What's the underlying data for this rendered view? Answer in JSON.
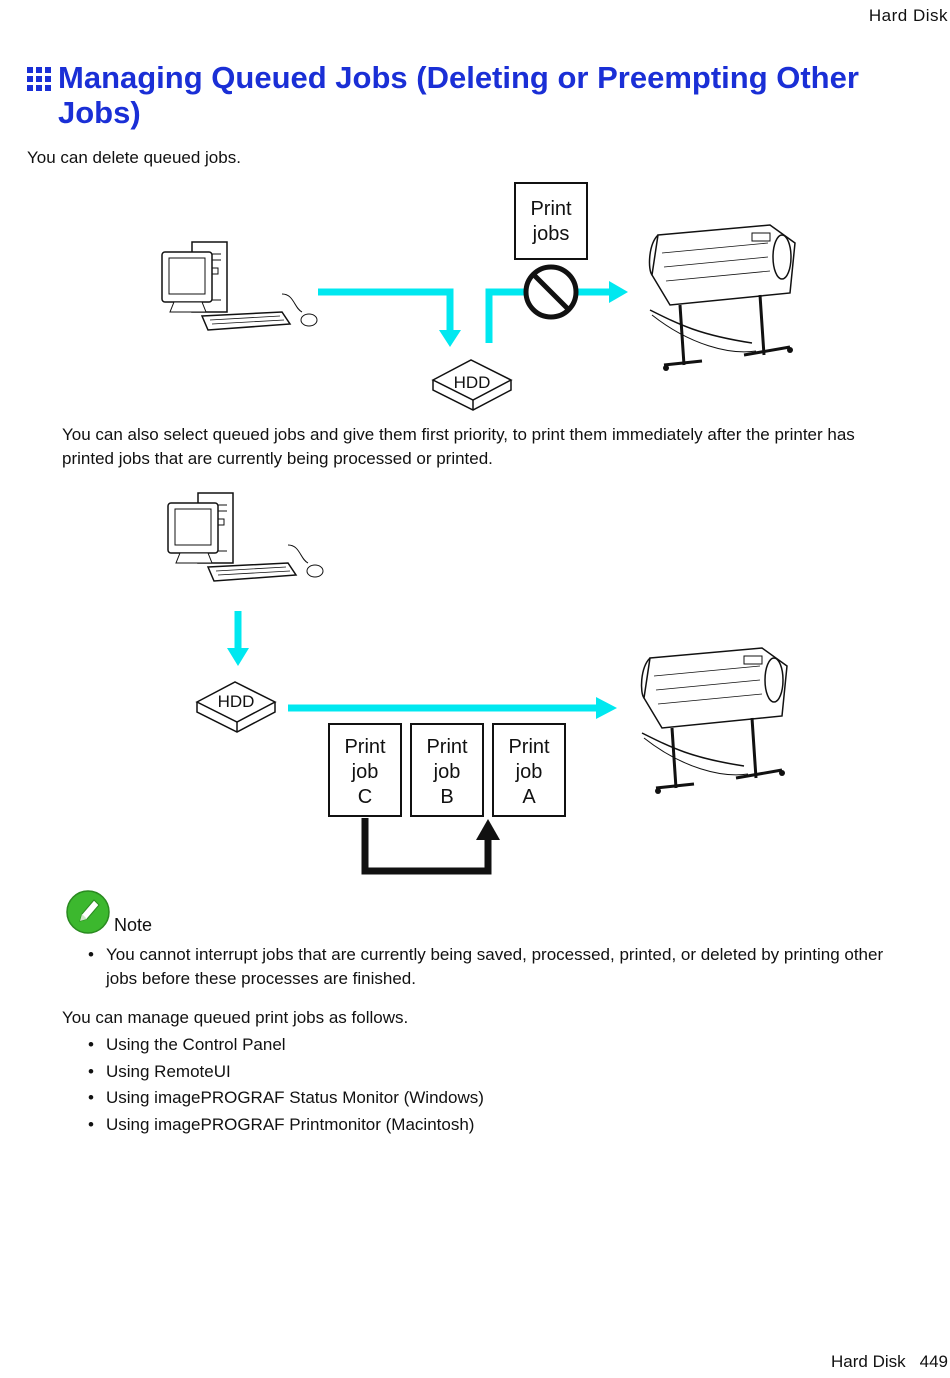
{
  "header": {
    "section": "Hard  Disk"
  },
  "title": "Managing Queued Jobs (Deleting or Preempting Other Jobs)",
  "intro": "You can delete queued jobs.",
  "figure1": {
    "box_line1": "Print",
    "box_line2": "jobs",
    "hdd": "HDD"
  },
  "para2": "You can also select queued jobs and give them first priority, to print them immediately after the printer has printed jobs that are currently being processed or printed.",
  "figure2": {
    "hdd": "HDD",
    "jobs": [
      {
        "l1": "Print",
        "l2": "job",
        "l3": "C"
      },
      {
        "l1": "Print",
        "l2": "job",
        "l3": "B"
      },
      {
        "l1": "Print",
        "l2": "job",
        "l3": "A"
      }
    ]
  },
  "note": {
    "title": "Note",
    "items": [
      "You cannot interrupt jobs that are currently being saved, processed, printed, or deleted by printing other jobs before these processes are finished."
    ]
  },
  "manage": {
    "intro": "You can manage queued print jobs as follows.",
    "items": [
      "Using the Control Panel",
      "Using RemoteUI",
      "Using imagePROGRAF Status Monitor (Windows)",
      "Using imagePROGRAF Printmonitor (Macintosh)"
    ]
  },
  "footer": {
    "section": "Hard  Disk",
    "page": "449"
  },
  "colors": {
    "title": "#1a2fd6",
    "arrow": "#00e8f0",
    "note_icon": "#3cb82e"
  },
  "icons": [
    "section-grid-icon",
    "computer-icon",
    "printer-icon",
    "hdd-icon",
    "prohibited-icon",
    "note-pencil-icon"
  ]
}
